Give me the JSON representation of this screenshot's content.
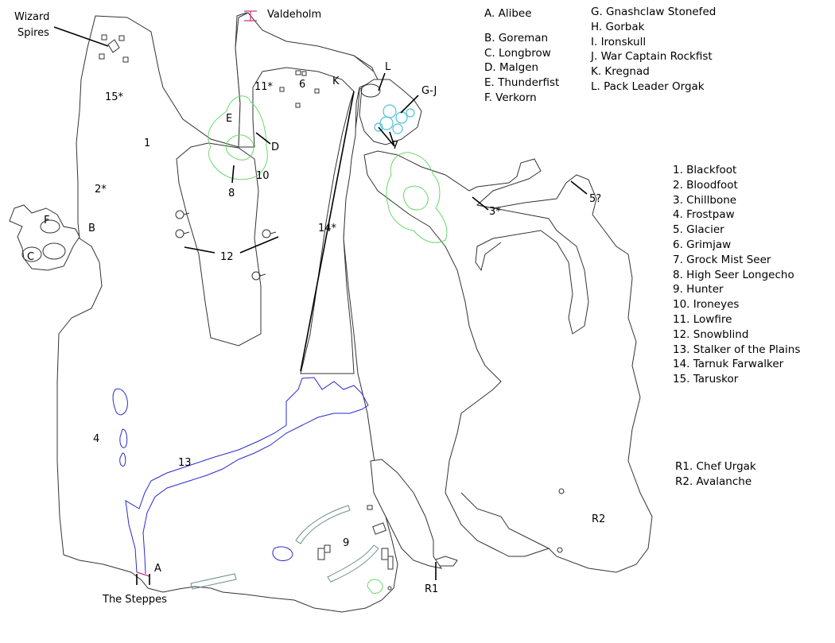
{
  "places": {
    "valdeholm": "Valdeholm",
    "wizard_spires": [
      "Wizard",
      "Spires"
    ],
    "the_steppes": "The Steppes"
  },
  "map_labels": {
    "m15": "15*",
    "m1": "1",
    "m2": "2*",
    "mF": "F",
    "mB": "B",
    "mC": "C",
    "m11": "11*",
    "m6": "6",
    "mK": "K",
    "mL": "L",
    "mGJ": "G-J",
    "mE": "E",
    "mD": "D",
    "m8": "8",
    "m10": "10",
    "m7": "7",
    "m3": "3*",
    "m5": "5?",
    "m12": "12",
    "m14": "14*",
    "m4": "4",
    "m13": "13",
    "m9": "9",
    "mA": "A",
    "mR1": "R1",
    "mR2": "R2"
  },
  "legend_letters_a": [
    "A. Alibee",
    "B. Goreman",
    "C. Longbrow",
    "D. Malgen",
    "E. Thunderfist",
    "F. Verkorn"
  ],
  "legend_letters_b": [
    "G. Gnashclaw Stonefed",
    "H. Gorbak",
    "I. Ironskull",
    "J. War Captain Rockfist",
    "K. Kregnad",
    "L. Pack Leader Orgak"
  ],
  "legend_numbers": [
    "1. Blackfoot",
    "2. Bloodfoot",
    "3. Chillbone",
    "4. Frostpaw",
    "5. Glacier",
    "6. Grimjaw",
    "7. Grock Mist Seer",
    "8. High Seer Longecho",
    "9. Hunter",
    "10. Ironeyes",
    "11. Lowfire",
    "12. Snowblind",
    "13. Stalker of the Plains",
    "14. Tarnuk Farwalker",
    "15. Taruskor"
  ],
  "legend_rares": [
    "R1. Chef Urgak",
    "R2. Avalanche"
  ],
  "colors": {
    "outline": "#333333",
    "water": "#2a2ad0",
    "forest": "#6ad86a",
    "ice": "#4ec3d6",
    "ruins_wall": "#6a8f8c",
    "zone_line": "#d0307a"
  }
}
